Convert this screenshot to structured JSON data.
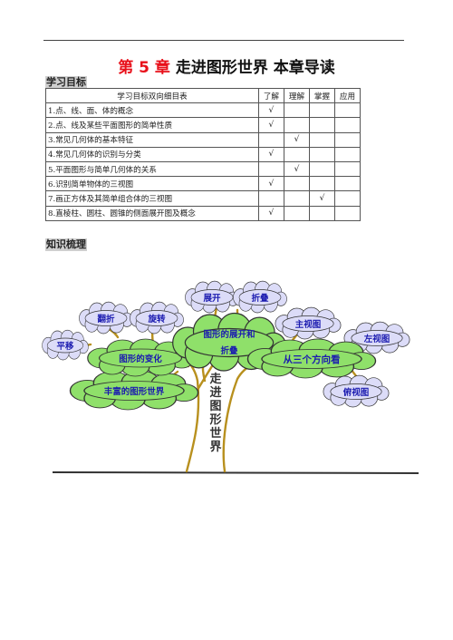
{
  "title": {
    "chapter": "第 5 章",
    "text": "走进图形世界 本章导读"
  },
  "section_goals": "学习目标",
  "goals_table": {
    "header": [
      "学习目标双向细目表",
      "了解",
      "理解",
      "掌握",
      "应用"
    ],
    "check": "√",
    "rows": [
      {
        "item": "1.点、线、面、体的概念",
        "level": "了解"
      },
      {
        "item": "2.点、线及某些平面图形的简单性质",
        "level": "了解"
      },
      {
        "item": "3.常见几何体的基本特征",
        "level": "理解"
      },
      {
        "item": "4.常见几何体的识别与分类",
        "level": "了解"
      },
      {
        "item": "5.平面图形与简单几何体的关系",
        "level": "理解"
      },
      {
        "item": "6.识别简单物体的三视图",
        "level": "了解"
      },
      {
        "item": "7.画正方体及其简单组合体的三视图",
        "level": "掌握"
      },
      {
        "item": "8.直棱柱、圆柱、圆锥的侧面展开图及概念",
        "level": "了解"
      }
    ]
  },
  "section_knowledge": "知识梳理",
  "tree": {
    "trunk_text": "走进图形世界",
    "clouds": {
      "rich_world": "丰富的图形世界",
      "transform": "图形的变化",
      "unfold_fold_line1": "图形的展开和",
      "unfold_fold_line2": "折叠",
      "three_views": "从三个方向看"
    },
    "leaves": {
      "translate": "平移",
      "flip": "翻折",
      "rotate": "旋转",
      "unfold": "展开",
      "fold": "折叠",
      "front_view": "主视图",
      "left_view": "左视图",
      "top_view": "俯视图"
    },
    "colors": {
      "cloud": "#8fe06a",
      "leaf": "#dcdcf8",
      "trunk": "#b8901e",
      "text": "#1b1bb0"
    }
  }
}
